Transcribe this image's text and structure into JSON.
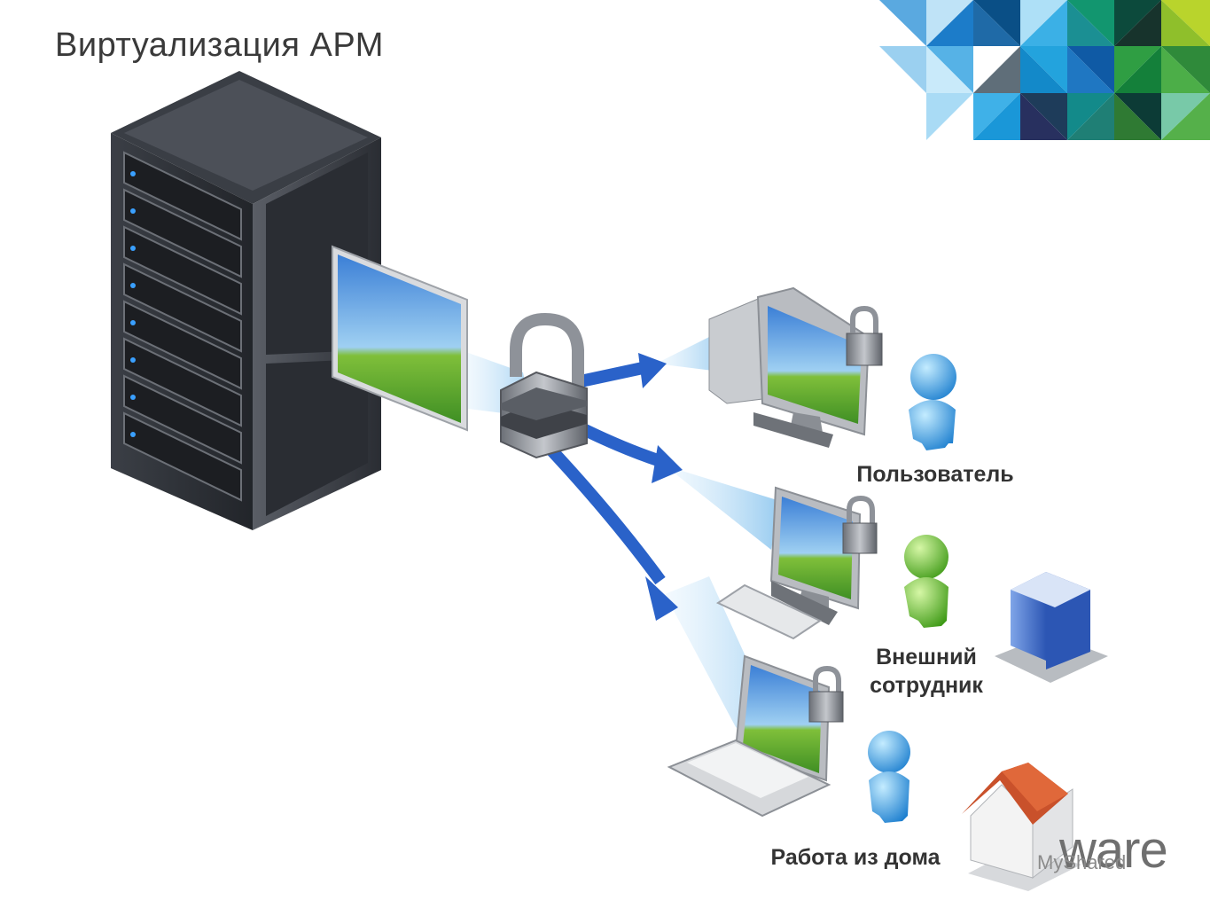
{
  "slide": {
    "title": "Виртуализация АРМ"
  },
  "labels": {
    "user": "Пользователь",
    "external_line1": "Внешний",
    "external_line2": "сотрудник",
    "home": "Работа из дома"
  },
  "branding": {
    "logo_text": "ware",
    "watermark": "MyShared"
  },
  "colors": {
    "arrow": "#2a62c9",
    "beam": "#8cc8f0",
    "server": "#2d3036",
    "user_blue": "#3fa6e6",
    "user_green": "#6cc33a"
  }
}
